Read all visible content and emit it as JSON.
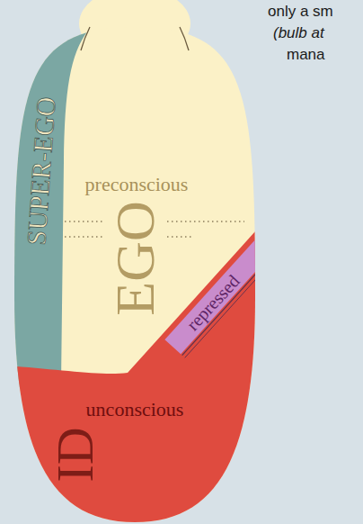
{
  "diagram": {
    "nodes": [
      {
        "text": [
          "preconscious",
          "EGO"
        ]
      },
      {
        "text": [
          "SUPER-EGO"
        ],
        "in": 0
      },
      {
        "text": [
          "repressed"
        ],
        "in": 0
      },
      {
        "text": [
          "unconscious",
          "ID"
        ],
        "in": 0
      }
    ],
    "labels": [
      "only a sm",
      "(bulb at",
      "mana"
    ]
  }
}
